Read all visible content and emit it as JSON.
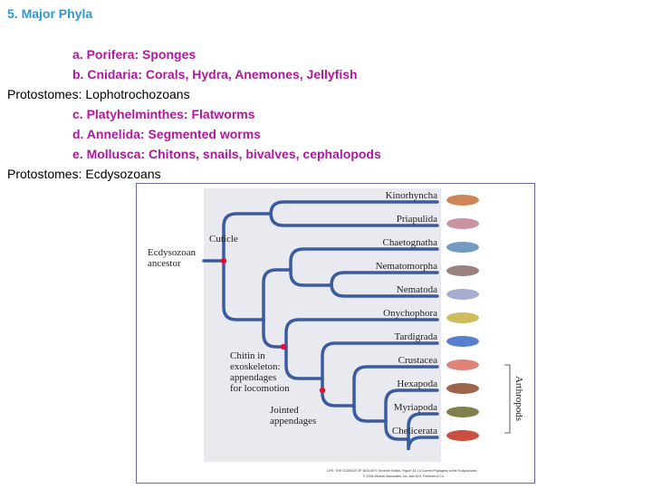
{
  "heading": "5. Major Phyla",
  "lines": {
    "a": "a. Porifera: Sponges",
    "b": "b. Cnidaria: Corals, Hydra, Anemones, Jellyfish",
    "proto1": "Protostomes: Lophotrochozoans",
    "c": "c. Platyhelminthes: Flatworms",
    "d": "d. Annelida: Segmented worms",
    "e": "e. Mollusca: Chitons, snails, bivalves, cephalopods",
    "proto2": "Protostomes: Ecdysozoans"
  },
  "figure": {
    "ancestor": [
      "Ecdysozoan",
      "ancestor"
    ],
    "cuticle": "Cuticle",
    "chitin": [
      "Chitin in",
      "exoskeleton:",
      "appendages",
      "for locomotion"
    ],
    "jointed": [
      "Jointed",
      "appendages"
    ],
    "taxa": [
      "Kinorhyncha",
      "Priapulida",
      "Chaetognatha",
      "Nematomorpha",
      "Nematoda",
      "Onychophora",
      "Tardigrada",
      "Crustacea",
      "Hexapoda",
      "Myriapoda",
      "Chelicerata"
    ],
    "bracket": "Arthropods",
    "credit": "LIFE: THE SCIENCE OF BIOLOGY, Seventh Edition, Figure 33.1 A Current Phylogeny of the Ecdysozoans",
    "copyright": "© 2004 Sinauer Associates, Inc. and W.H. Freeman & Co.",
    "colors": {
      "panel": "#e9eaf0",
      "branch": "#3b5ba0",
      "node": "#e0103a"
    }
  }
}
